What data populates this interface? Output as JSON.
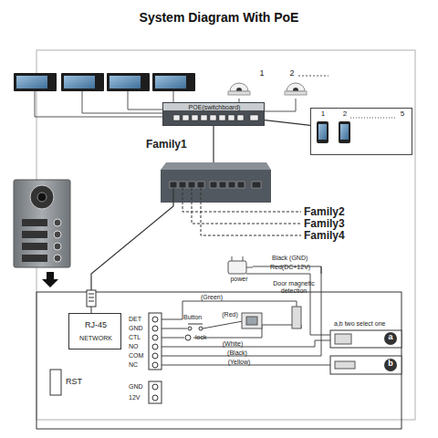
{
  "diagram": {
    "title": "System Diagram With PoE",
    "nodes": [
      {
        "text": [
          "POE(switchboard)"
        ]
      },
      {
        "text": [
          "1",
          "2",
          "5"
        ]
      },
      {
        "text": [
          "RJ-45",
          "NETWORK"
        ]
      }
    ],
    "edges": [
      {
        "from": 0,
        "to": 1,
        "arrow": "none"
      }
    ],
    "labels": [
      "1",
      "2",
      "Family1",
      "Family2",
      "Family3",
      "Family4",
      "Black (GND)",
      "Red(DC+12V)",
      "power",
      "Door magnetic detection",
      "(Green)",
      "Button",
      "(Red)",
      "lock",
      "(White)",
      "(Black)",
      "(Yellow)",
      "a,b two select one",
      "a",
      "b",
      "DET",
      "GND",
      "CTL",
      "NO",
      "COM",
      "NC",
      "RST",
      "GND",
      "12V"
    ]
  }
}
